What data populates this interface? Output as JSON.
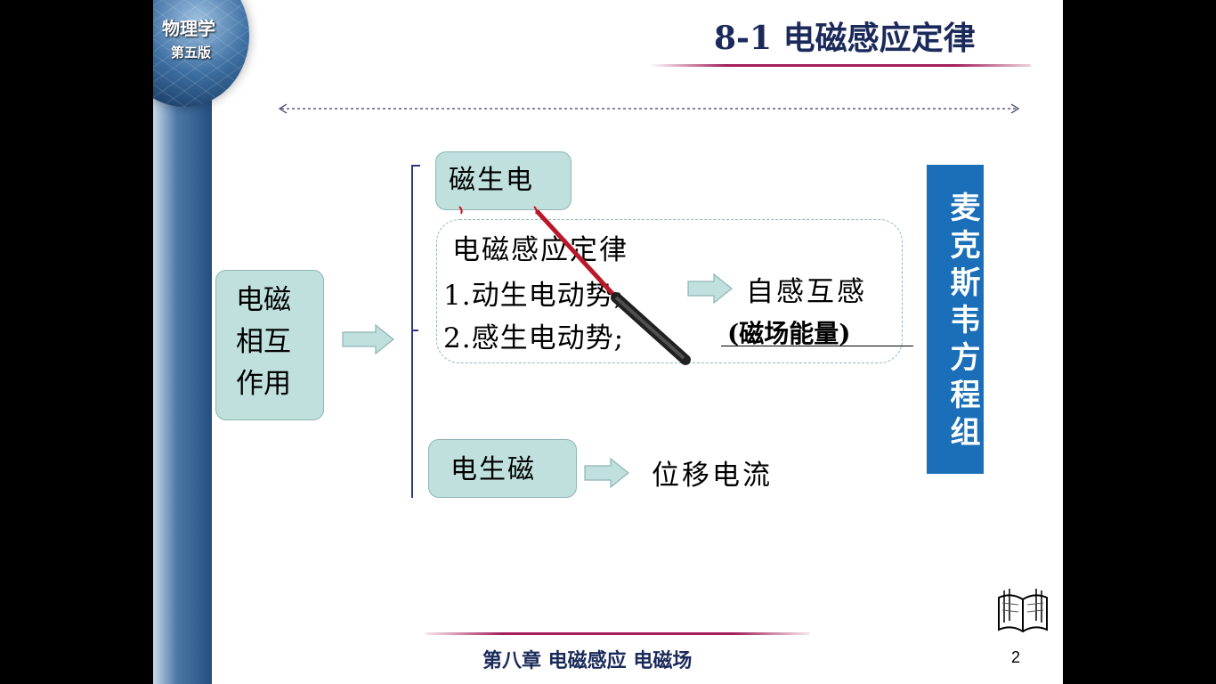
{
  "header": {
    "book_title": "物理学",
    "book_edition": "第五版",
    "section_title": "8-1  电磁感应定律"
  },
  "diagram": {
    "main_box": [
      "电磁",
      "相互",
      "作用"
    ],
    "magnet_to_electric": "磁生电",
    "law_title": "电磁感应定律",
    "law_items": [
      "1.动生电动势;",
      "2.感生电动势;"
    ],
    "self_mutual": "自感互感",
    "magnetic_energy": "(磁场能量)",
    "electric_to_magnet": "电生磁",
    "displacement_current": "位移电流",
    "maxwell": "麦克斯韦方程组"
  },
  "footer": {
    "chapter": "第八章  电磁感应  电磁场",
    "page_number": "2"
  },
  "colors": {
    "title": "#1b2a5a",
    "accent_line": "#a41e5a",
    "box_fill": "#bfe0dd",
    "maxwell_fill": "#1a6fb8",
    "bracket": "#2e3786"
  },
  "icons": {
    "book": "open-book-icon",
    "pointer": "laser-pointer-icon"
  }
}
